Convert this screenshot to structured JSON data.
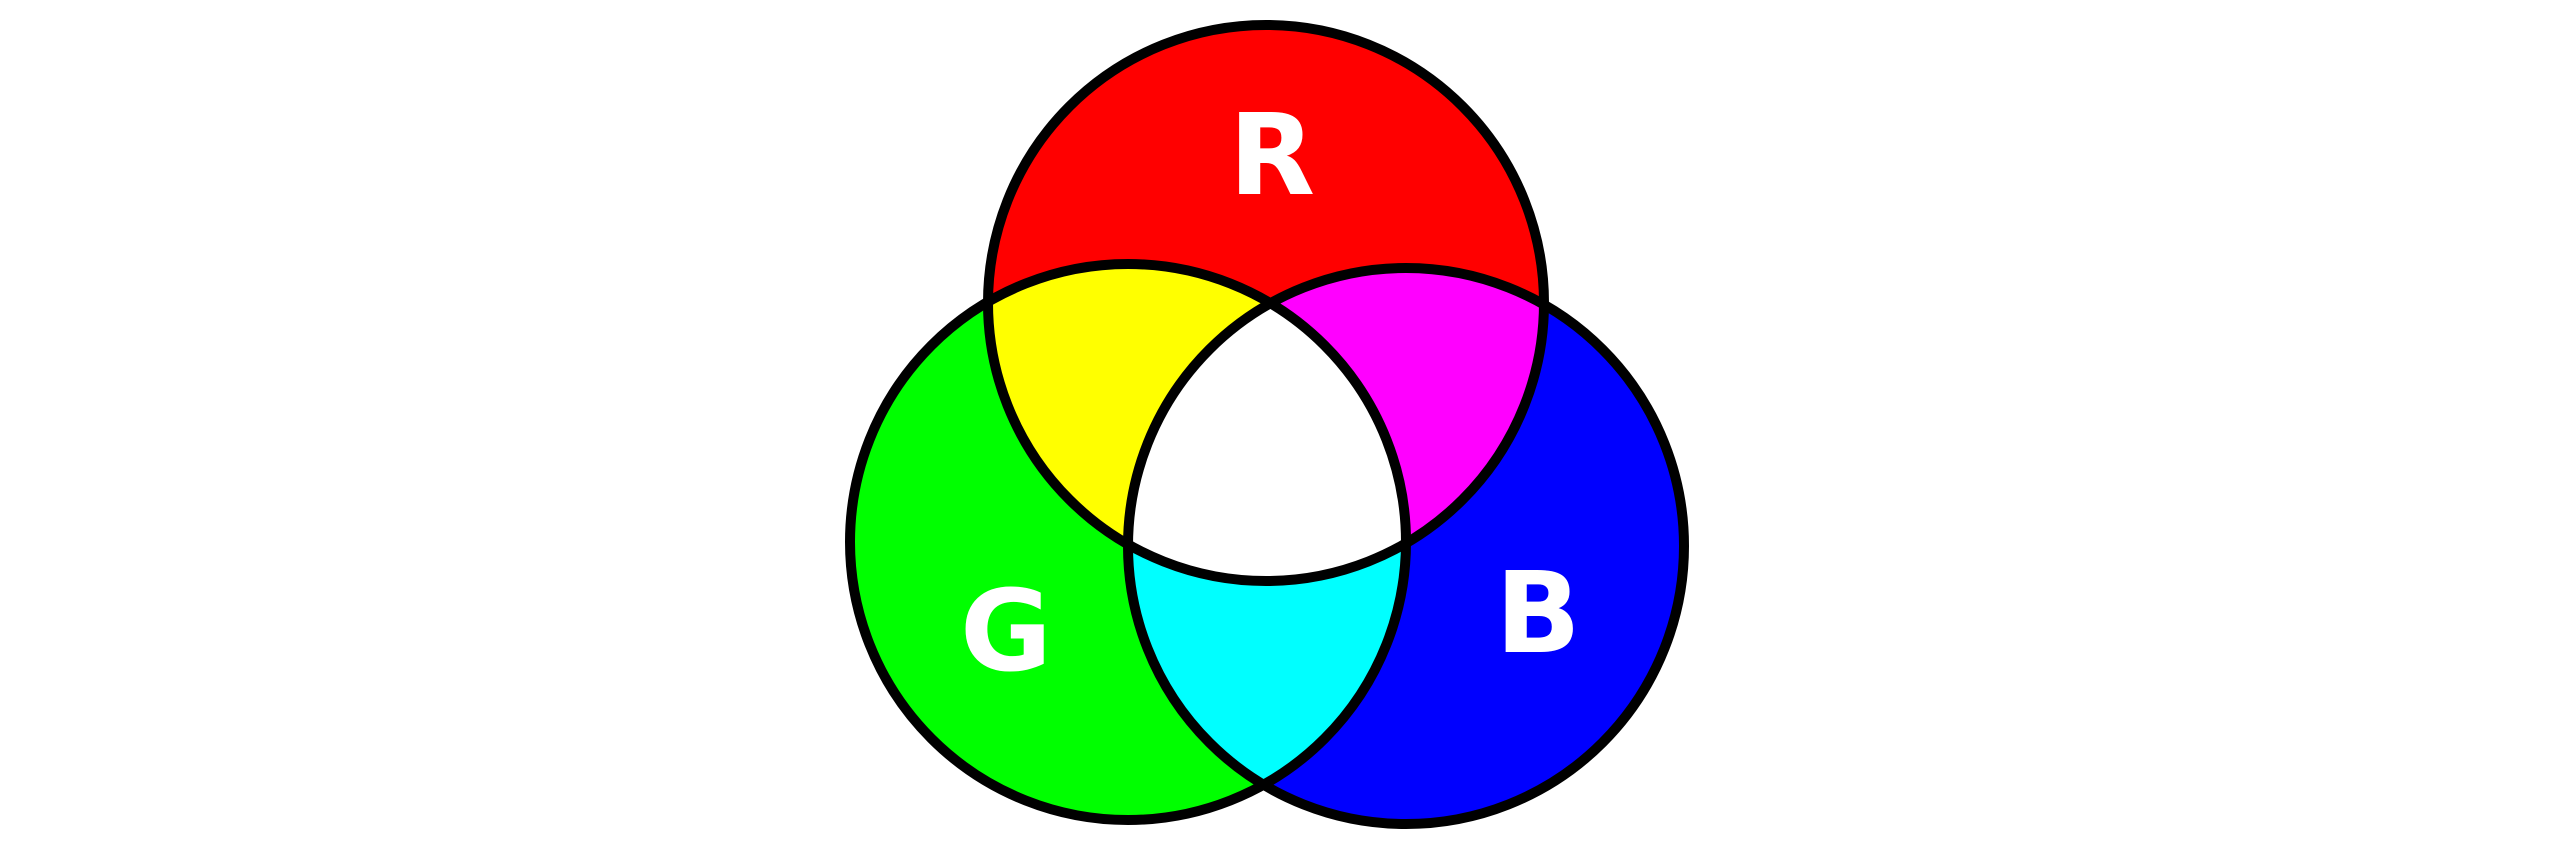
{
  "diagram": {
    "labels": {
      "red": "R",
      "green": "G",
      "blue": "B"
    },
    "colors": {
      "red": "#ff0000",
      "green": "#00ff00",
      "blue": "#0000ff",
      "yellow": "#ffff00",
      "magenta": "#ff00ff",
      "cyan": "#00ffff",
      "white": "#ffffff",
      "outline": "#000000",
      "label": "#ffffff"
    }
  }
}
